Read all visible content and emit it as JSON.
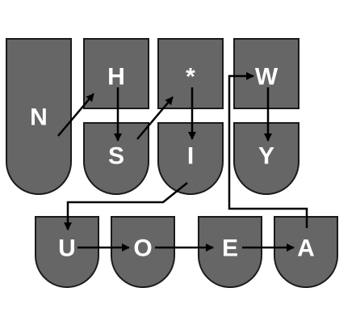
{
  "colors": {
    "key_fill": "#666666",
    "key_stroke": "#1a1a1a",
    "arrow": "#000000",
    "label": "#ffffff",
    "background": "#ffffff"
  },
  "keys": [
    {
      "id": "n",
      "label": "N",
      "shape": "tall-rounded-bottom"
    },
    {
      "id": "h",
      "label": "H",
      "shape": "square"
    },
    {
      "id": "star",
      "label": "*",
      "shape": "square"
    },
    {
      "id": "w",
      "label": "W",
      "shape": "square"
    },
    {
      "id": "s",
      "label": "S",
      "shape": "rounded-bottom"
    },
    {
      "id": "i",
      "label": "I",
      "shape": "rounded-bottom"
    },
    {
      "id": "y",
      "label": "Y",
      "shape": "rounded-bottom"
    },
    {
      "id": "u",
      "label": "U",
      "shape": "rounded-bottom"
    },
    {
      "id": "o",
      "label": "O",
      "shape": "rounded-bottom"
    },
    {
      "id": "e",
      "label": "E",
      "shape": "rounded-bottom"
    },
    {
      "id": "a",
      "label": "A",
      "shape": "rounded-bottom"
    }
  ],
  "connections": [
    {
      "from": "N",
      "to": "H"
    },
    {
      "from": "H",
      "to": "S"
    },
    {
      "from": "S",
      "to": "*"
    },
    {
      "from": "*",
      "to": "I"
    },
    {
      "from": "I",
      "to": "U"
    },
    {
      "from": "U",
      "to": "O"
    },
    {
      "from": "O",
      "to": "E"
    },
    {
      "from": "E",
      "to": "A"
    },
    {
      "from": "A",
      "to": "W"
    },
    {
      "from": "W",
      "to": "Y"
    }
  ]
}
